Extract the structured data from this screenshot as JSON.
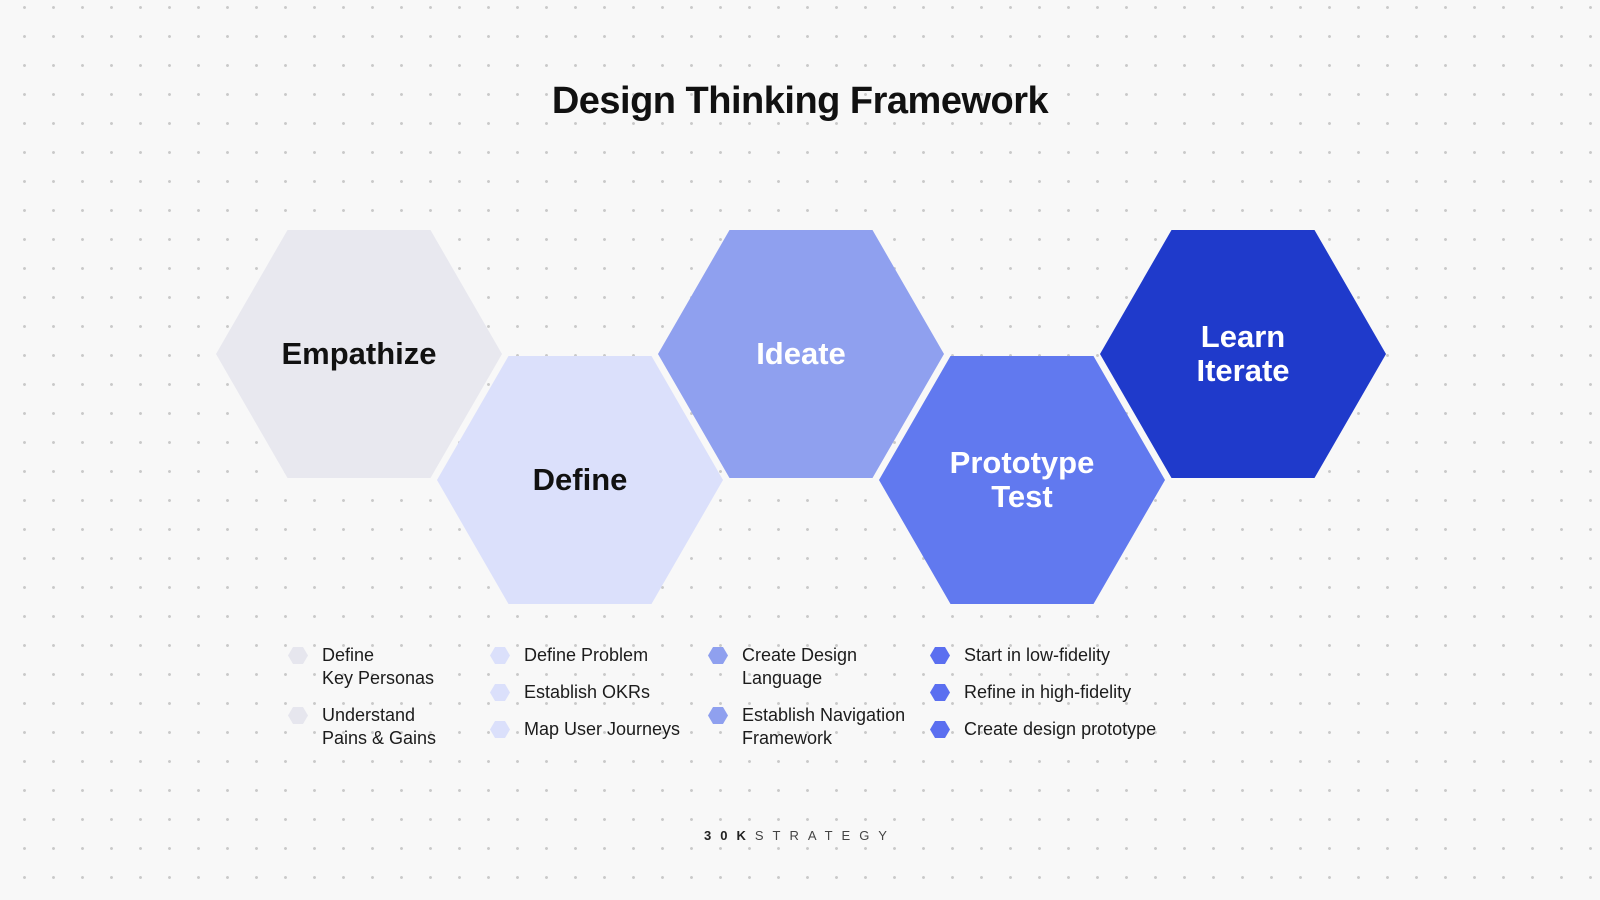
{
  "title": "Design Thinking Framework",
  "stages": [
    {
      "label": "Empathize",
      "color": "#e8e8ef",
      "text_color": "#111111"
    },
    {
      "label": "Define",
      "color": "#dbe0fb",
      "text_color": "#111111"
    },
    {
      "label": "Ideate",
      "color": "#8fa0ef",
      "text_color": "#ffffff"
    },
    {
      "label": "Prototype\nTest",
      "color": "#6179ef",
      "text_color": "#ffffff"
    },
    {
      "label": "Learn\nIterate",
      "color": "#1f3acb",
      "text_color": "#ffffff"
    }
  ],
  "lists": [
    {
      "bullet_color": "#e6e6ee",
      "items": [
        "Define\nKey Personas",
        "Understand\nPains & Gains"
      ]
    },
    {
      "bullet_color": "#dbe0fb",
      "items": [
        "Define Problem",
        "Establish OKRs",
        "Map User Journeys"
      ]
    },
    {
      "bullet_color": "#8fa0ef",
      "items": [
        "Create Design\nLanguage",
        "Establish Navigation\nFramework"
      ]
    },
    {
      "bullet_color": "#5b6ff0",
      "items": [
        "Start in low-fidelity",
        "Refine in high-fidelity",
        "Create design prototype"
      ]
    }
  ],
  "brand": {
    "part1": "30K",
    "part2": "STRATEGY"
  }
}
